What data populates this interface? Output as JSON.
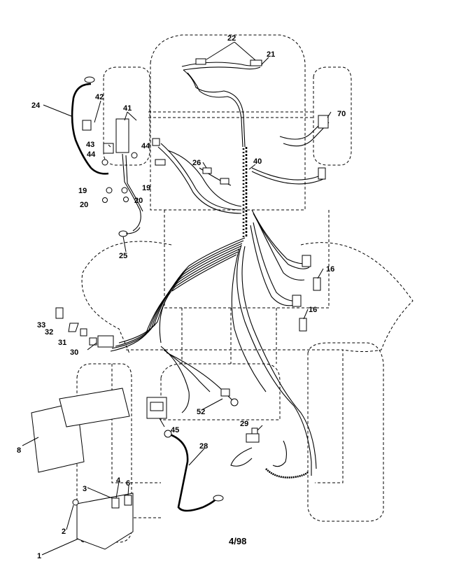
{
  "diagram": {
    "callouts": {
      "c1": "1",
      "c2": "2",
      "c3": "3",
      "c4": "4",
      "c6": "6",
      "c8": "8",
      "c16a": "16",
      "c16b": "16",
      "c19a": "19",
      "c19b": "19",
      "c20a": "20",
      "c20b": "20",
      "c21": "21",
      "c22": "22",
      "c24": "24",
      "c25": "25",
      "c26": "26",
      "c28": "28",
      "c29": "29",
      "c30": "30",
      "c31": "31",
      "c32": "32",
      "c33": "33",
      "c40": "40",
      "c41": "41",
      "c42": "42",
      "c43": "43",
      "c44a": "44",
      "c44b": "44",
      "c45": "45",
      "c52": "52",
      "c70": "70"
    },
    "date_stamp": "4/98"
  }
}
